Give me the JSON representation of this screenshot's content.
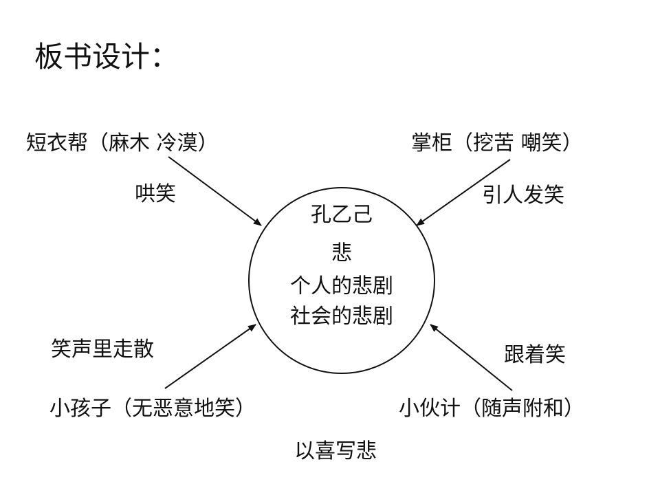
{
  "title": "板书设计：",
  "center": {
    "name": "孔乙己",
    "theme": "悲",
    "line1": "个人的悲剧",
    "line2": "社会的悲剧"
  },
  "top_left": {
    "label": "短衣帮（麻木  冷漠）",
    "action": "哄笑"
  },
  "top_right": {
    "label": "掌柜（挖苦  嘲笑）",
    "action": "引人发笑"
  },
  "bottom_left": {
    "label": "小孩子（无恶意地笑）",
    "action": "笑声里走散"
  },
  "bottom_right": {
    "label": "小伙计（随声附和）",
    "action": "跟着笑"
  },
  "footer": "以喜写悲"
}
